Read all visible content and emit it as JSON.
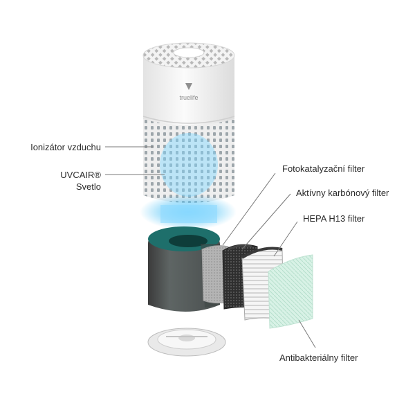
{
  "product": {
    "brand_logo_text": "truelife"
  },
  "labels": {
    "ionizer": "Ionizátor vzduchu",
    "uv_line1": "UVCAIR®",
    "uv_line2": "Svetlo",
    "photocatalytic": "Fotokatalyzační filter",
    "carbon": "Aktívny karbónový filter",
    "hepa": "HEPA H13 filter",
    "antibacterial": "Antibakteriálny filter"
  },
  "colors": {
    "body_white": "#f2f2f2",
    "uv_glow": "#4fc3f7",
    "prefilter_teal": "#2f5f5c",
    "carbon_dark": "#2e2e2e",
    "antibacterial_green": "#cfeee0",
    "leader_line": "#7a7a7a"
  }
}
